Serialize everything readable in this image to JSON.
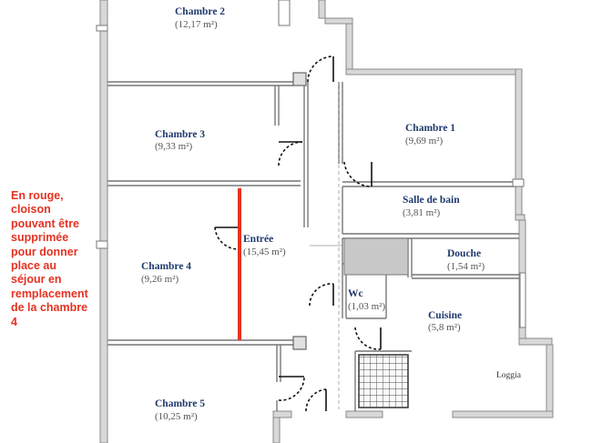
{
  "annotation": {
    "lines": [
      "En rouge,",
      "cloison",
      "pouvant être",
      "supprimée",
      "pour donner",
      "place au",
      "séjour en",
      "remplacement",
      "de la chambre",
      "4"
    ]
  },
  "rooms": {
    "chambre2": {
      "name": "Chambre 2",
      "area": "(12,17 m²)"
    },
    "chambre3": {
      "name": "Chambre 3",
      "area": "(9,33 m²)"
    },
    "chambre1": {
      "name": "Chambre 1",
      "area": "(9,69 m²)"
    },
    "salle_de_bain": {
      "name": "Salle de bain",
      "area": "(3,81 m²)"
    },
    "entree": {
      "name": "Entrée",
      "area": "(15,45 m²)"
    },
    "chambre4": {
      "name": "Chambre 4",
      "area": "(9,26 m²)"
    },
    "douche": {
      "name": "Douche",
      "area": "(1,54 m²)"
    },
    "wc": {
      "name": "Wc",
      "area": "(1,03 m²)"
    },
    "cuisine": {
      "name": "Cuisine",
      "area": "(5,8 m²)"
    },
    "chambre5": {
      "name": "Chambre 5",
      "area": "(10,25 m²)"
    },
    "loggia": {
      "name": "Loggia"
    }
  },
  "colors": {
    "wall": "#8a8a8a",
    "wall_fill": "#d8d8d8",
    "removable_partition": "#e53222",
    "room_label": "#1f3a6e",
    "annotation_text": "#e53222"
  }
}
